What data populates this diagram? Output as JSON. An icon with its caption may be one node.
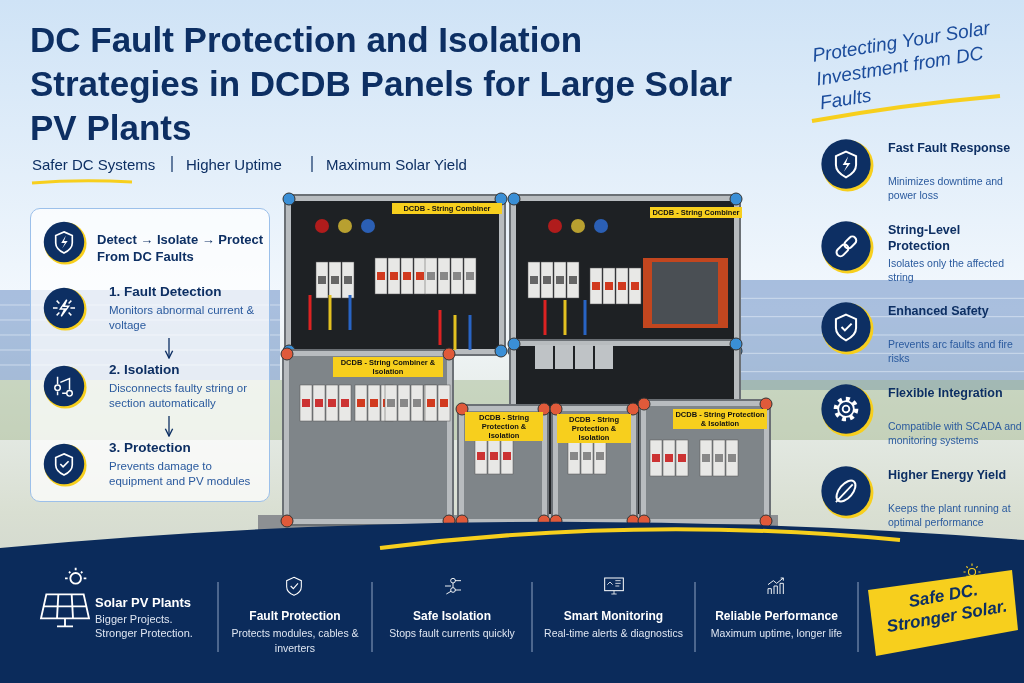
{
  "diagram": {
    "title": "DC Fault Protection and Isolation Strategies in DCDB Panels for Large Solar PV Plants",
    "nodes": [
      {
        "text": [
          "Detect → Isolate → Protect From DC Faults"
        ]
      },
      {
        "text": [
          "1. Fault Detection",
          "Monitors abnormal current & voltage"
        ],
        "in": 0
      },
      {
        "text": [
          "2. Isolation",
          "Disconnects faulty string or section automatically"
        ],
        "in": 0
      },
      {
        "text": [
          "3. Protection",
          "Prevents damage to equipment and PV modules"
        ],
        "in": 0
      }
    ],
    "edges": [
      {
        "from": 1,
        "to": 2,
        "arrow": "to"
      },
      {
        "from": 2,
        "to": 3,
        "arrow": "to"
      }
    ],
    "labels": [
      "Safer DC Systems",
      "Higher Uptime",
      "Maximum Solar Yield",
      "Protecting Your Solar Investment from DC Faults",
      "Fast Fault Response",
      "Minimizes downtime and power loss",
      "String-Level Protection",
      "Isolates only the affected string",
      "Enhanced Safety",
      "Prevents arc faults and fire risks",
      "Flexible Integration",
      "Compatible with SCADA and monitoring systems",
      "Higher Energy Yield",
      "Keeps the plant running at optimal performance",
      "DCDB - String Combiner",
      "DCDB - String Combiner",
      "DCDB - String Combiner & Isolation",
      "DCDB - String Protection & Isolation",
      "DCDB - String Protection & Isolation",
      "DCDB - String Protection & Isolation",
      "Solar PV Plants",
      "Bigger Projects. Stronger Protection.",
      "Fault Protection",
      "Protects modules, cables & inverters",
      "Safe Isolation",
      "Stops fault currents quickly",
      "Smart Monitoring",
      "Real-time alerts & diagnostics",
      "Reliable Performance",
      "Maximum uptime, longer life",
      "Safe DC. Stronger Solar."
    ]
  }
}
